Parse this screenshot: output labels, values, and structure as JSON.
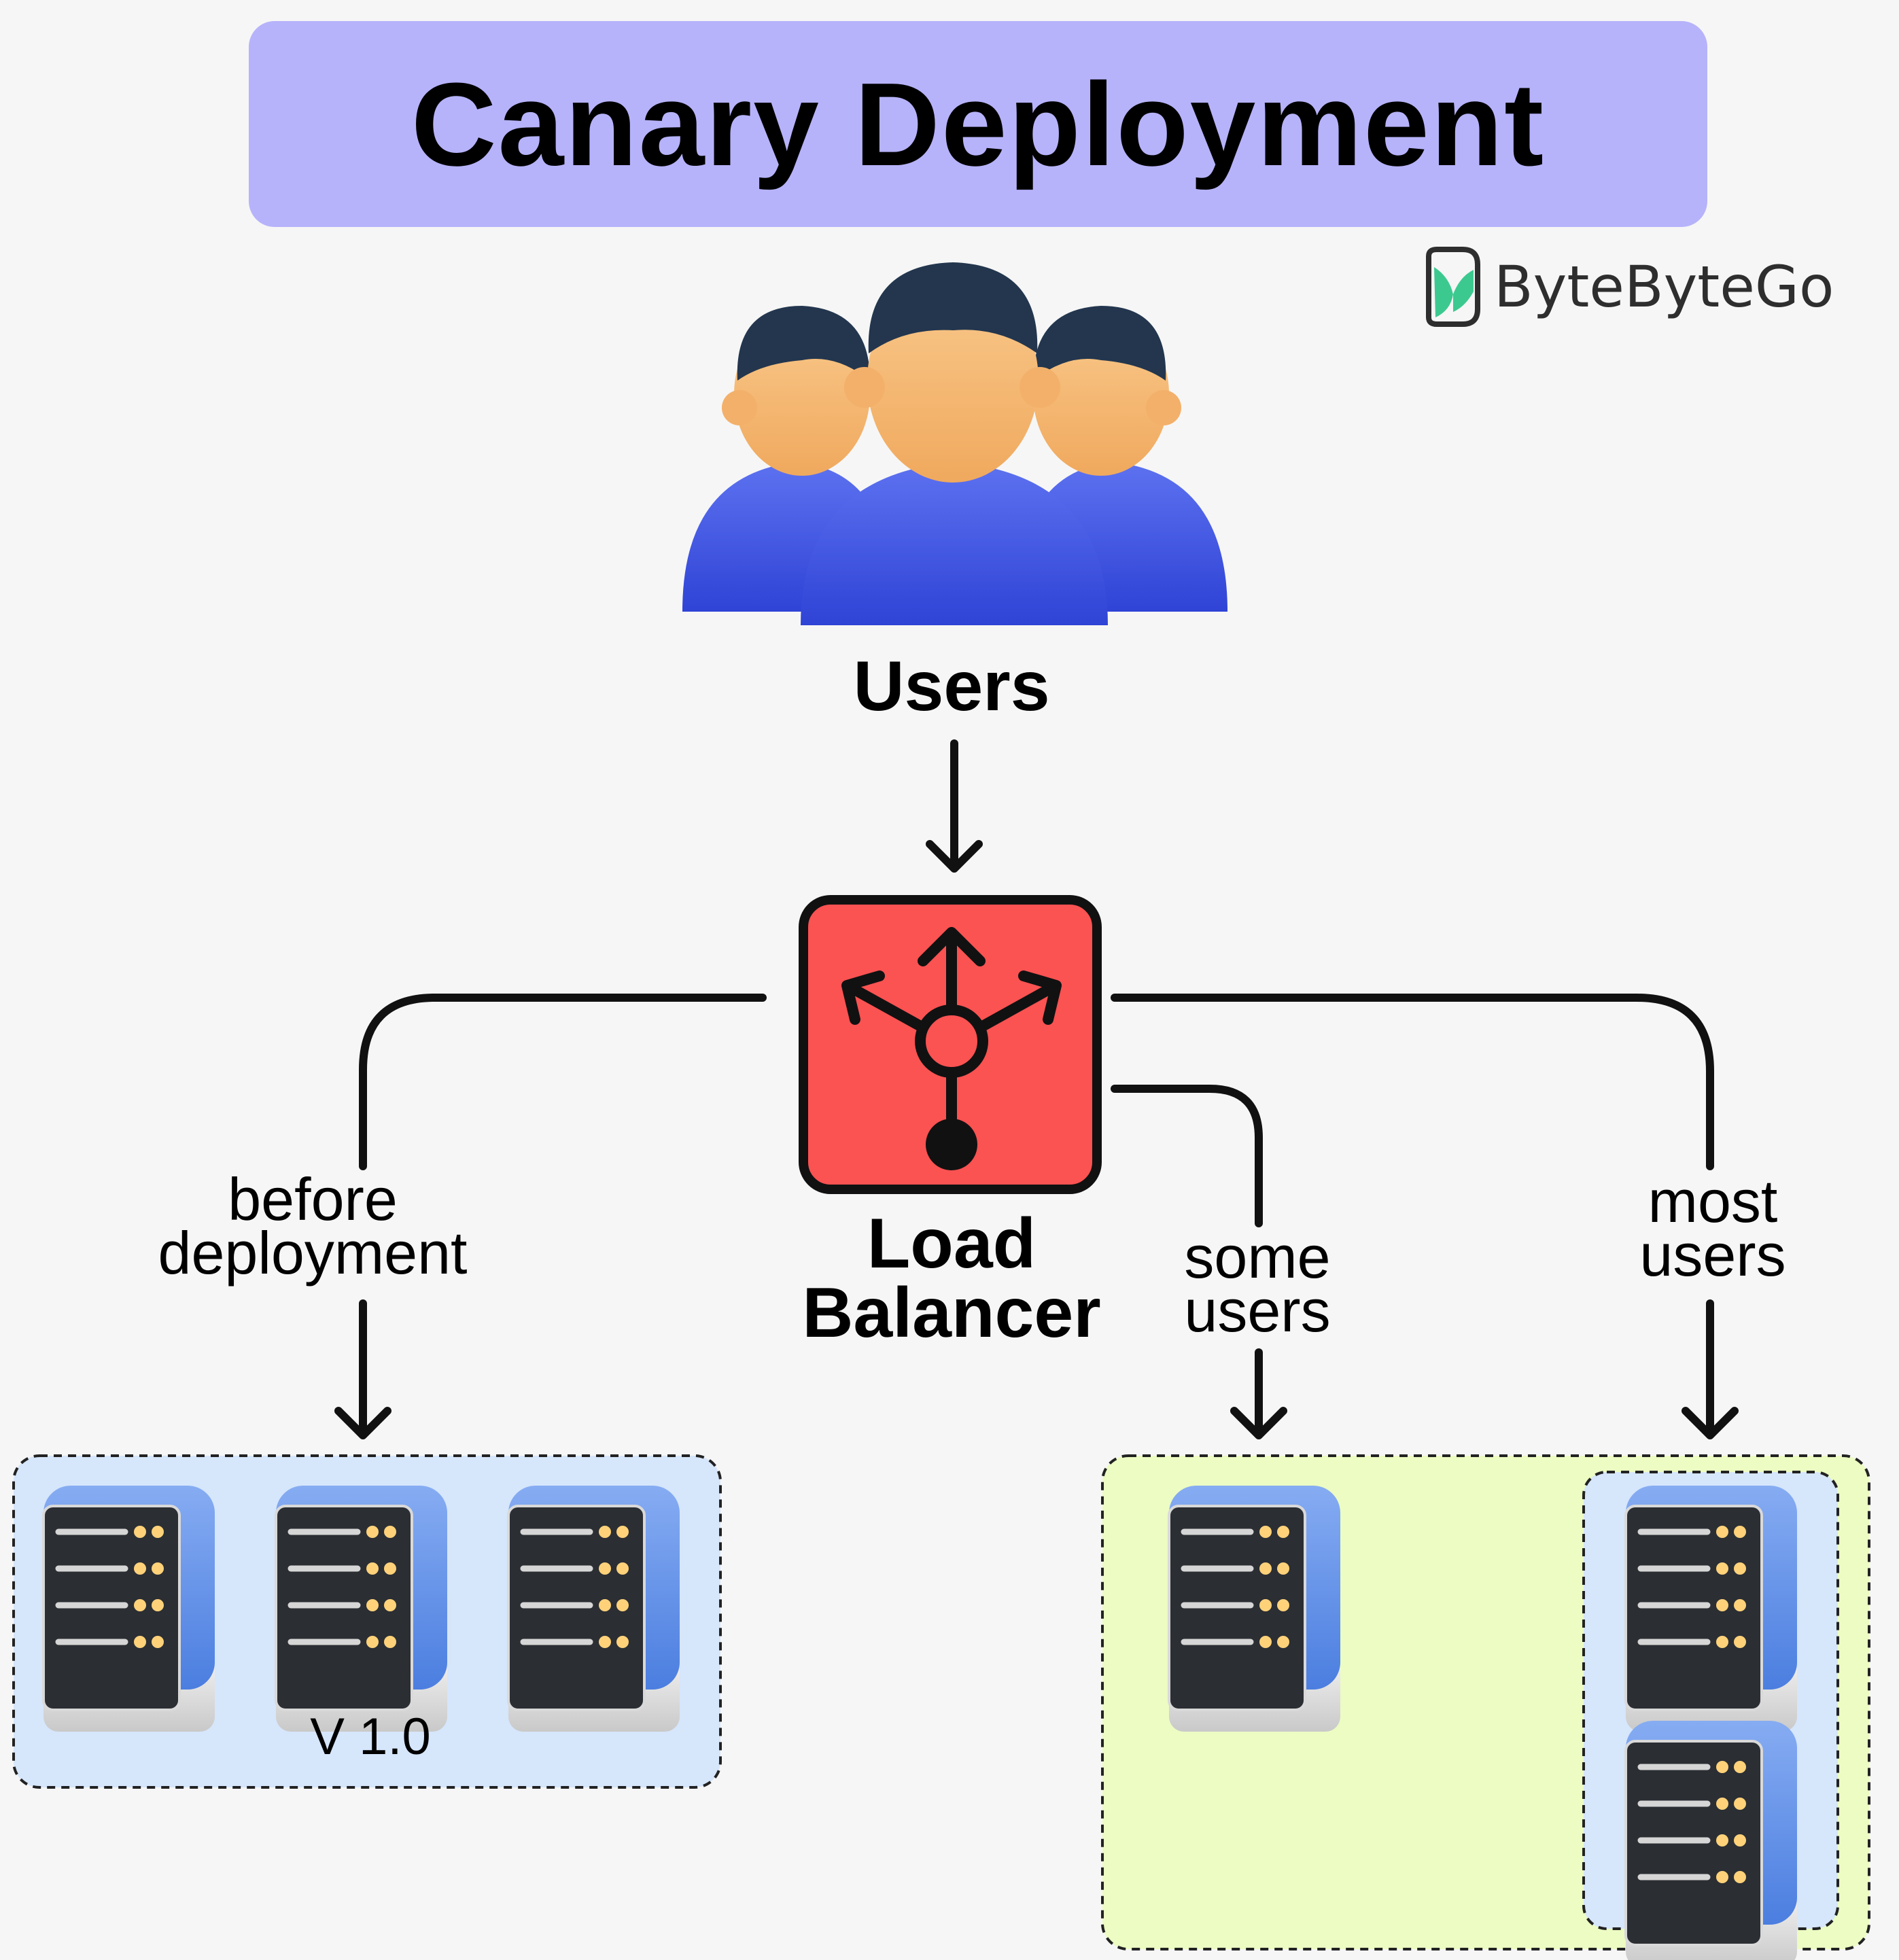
{
  "title": "Canary Deployment",
  "brand": {
    "name": "ByteByteGo",
    "icon": "bytebytego-logo-icon"
  },
  "nodes": {
    "users": {
      "label": "Users",
      "icon": "users-group-icon"
    },
    "load_balancer": {
      "label_line1": "Load",
      "label_line2": "Balancer",
      "icon": "load-balancer-icon"
    }
  },
  "edges": {
    "before": {
      "line1": "before",
      "line2": "deployment"
    },
    "some": {
      "line1": "some",
      "line2": "users"
    },
    "most": {
      "line1": "most",
      "line2": "users"
    }
  },
  "groups": {
    "v1": {
      "label": "V 1.0",
      "server_count": 3
    },
    "canary_group": {
      "canary_server_count": 1,
      "stable_server_count": 2
    }
  },
  "colors": {
    "background": "#f6f6f6",
    "title_banner": "#b6b3fb",
    "load_balancer": "#fb5252",
    "v1_group": "#d6e6fb",
    "canary_group": "#ecfcc3",
    "stable_subgroup": "#d6e6fb",
    "user_body": "#3f55e0",
    "user_skin": "#f6b873",
    "user_hair": "#23364e",
    "server_top": "#5d8fe6",
    "server_face": "#2b2e33"
  }
}
